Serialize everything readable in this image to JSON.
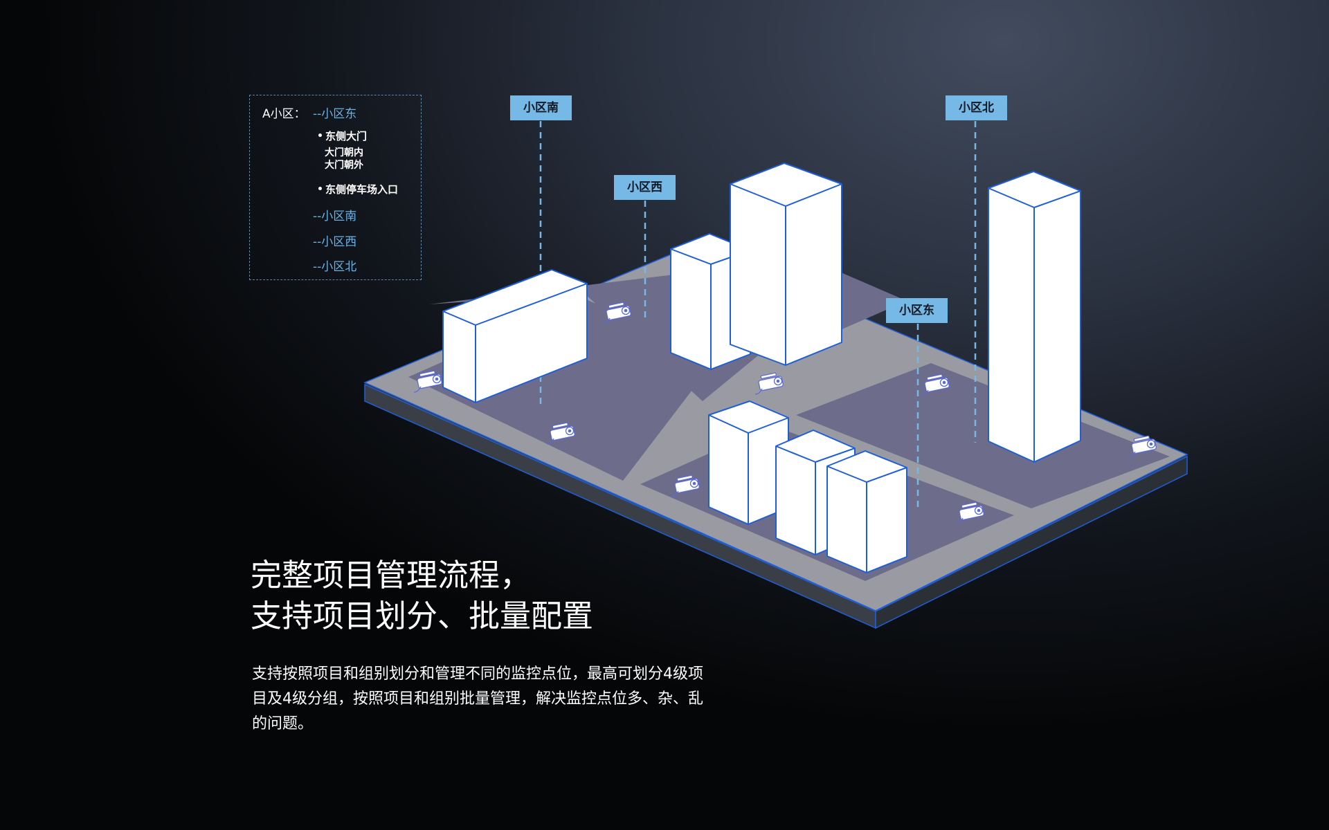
{
  "tree": {
    "root_label": "A小区：",
    "groups": [
      "--小区东",
      "--小区南",
      "--小区西",
      "--小区北"
    ],
    "east_items": [
      {
        "label": "东侧大门",
        "children": [
          "大门朝内",
          "大门朝外"
        ]
      },
      {
        "label": "东侧停车场入口",
        "children": []
      }
    ]
  },
  "tags": {
    "south": "小区南",
    "west": "小区西",
    "north": "小区北",
    "east": "小区东"
  },
  "headline": {
    "line1": "完整项目管理流程，",
    "line2": "支持项目划分、批量配置"
  },
  "description": "支持按照项目和组别划分和管理不同的监控点位，最高可划分4级项目及4级分组，按照项目和组别批量管理，解决监控点位多、杂、乱的问题。",
  "colors": {
    "accent": "#76b9e6",
    "tree_text": "#6ab3e6",
    "outline": "#1e5fd9",
    "block": "#6d6c8a",
    "road": "#9a9ba2"
  }
}
